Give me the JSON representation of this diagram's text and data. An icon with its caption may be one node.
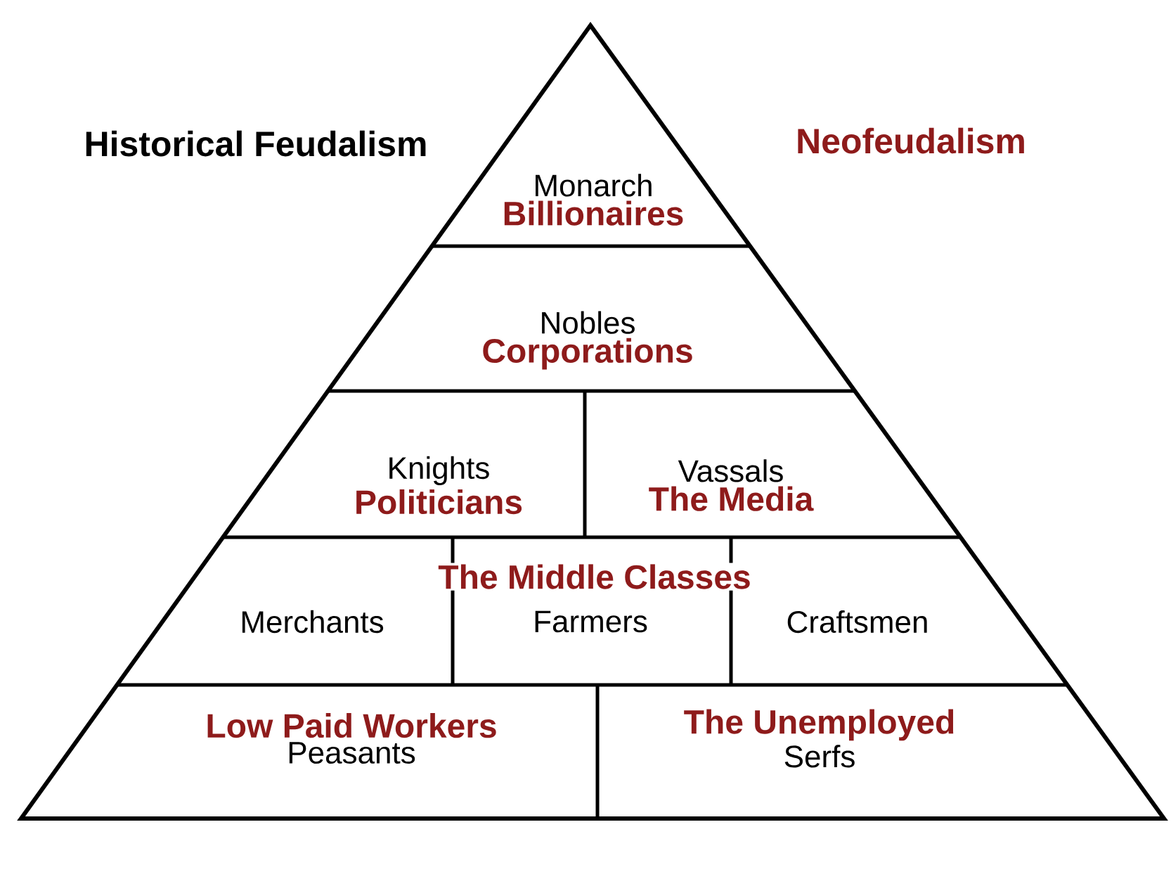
{
  "diagram": {
    "nodes": [
      {
        "text": [
          "Monarch",
          "Billionaires"
        ]
      },
      {
        "text": [
          "Nobles",
          "Corporations"
        ]
      },
      {
        "text": [
          "Knights",
          "Politicians"
        ]
      },
      {
        "text": [
          "Vassals",
          "The Media"
        ]
      },
      {
        "text": [
          "The Middle Classes"
        ]
      },
      {
        "text": [
          "Merchants"
        ]
      },
      {
        "text": [
          "Farmers"
        ]
      },
      {
        "text": [
          "Craftsmen"
        ]
      },
      {
        "text": [
          "Low Paid Workers",
          "Peasants"
        ]
      },
      {
        "text": [
          "The Unemployed",
          "Serfs"
        ]
      }
    ],
    "edges": [],
    "labels": [
      "Historical Feudalism",
      "Neofeudalism"
    ]
  }
}
